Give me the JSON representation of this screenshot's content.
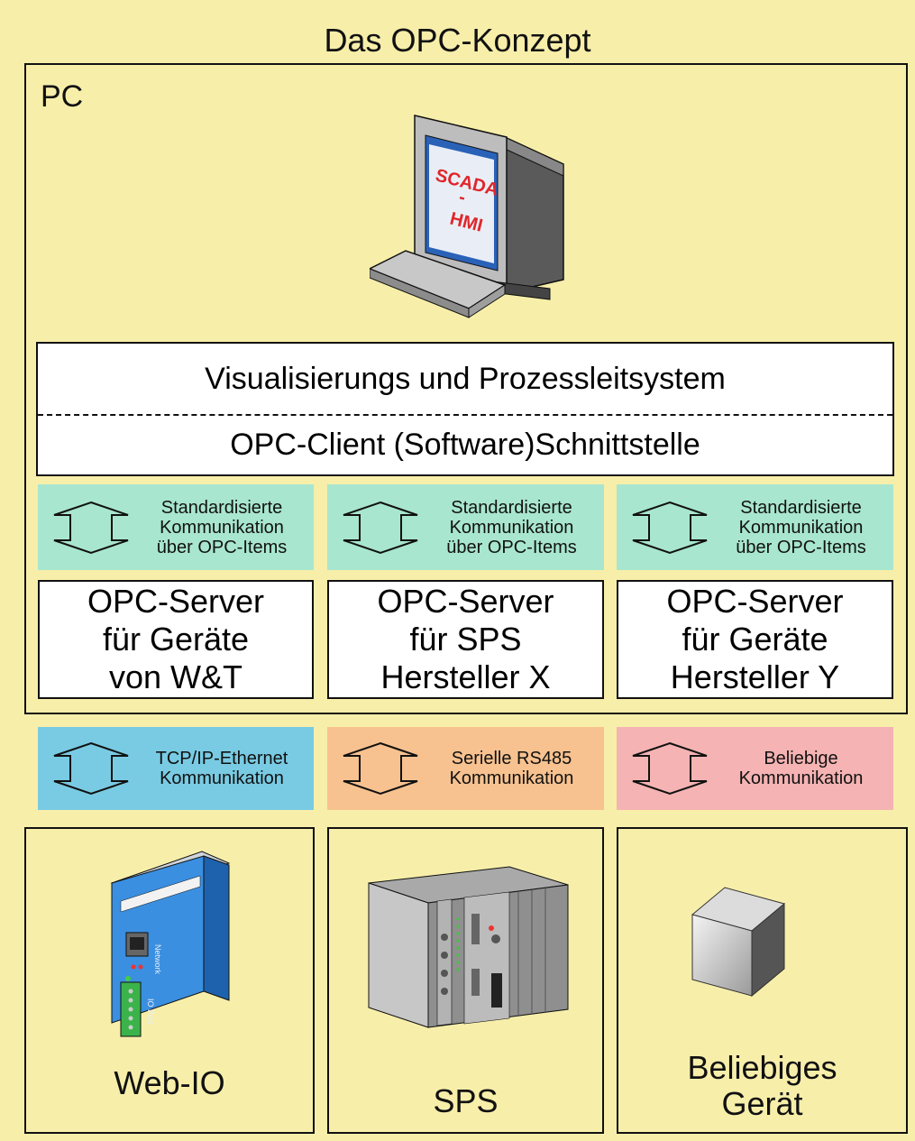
{
  "title": "Das OPC-Konzept",
  "pc_label": "PC",
  "monitor": {
    "screen_line1": "SCADA",
    "screen_line2": "-",
    "screen_line3": "HMI"
  },
  "client": {
    "top": "Visualisierungs und Prozessleitsystem",
    "bottom": "OPC-Client (Software)Schnittstelle"
  },
  "opc_bands": [
    {
      "lines": [
        "Standardisierte",
        "Kommunikation",
        "über OPC-Items"
      ]
    },
    {
      "lines": [
        "Standardisierte",
        "Kommunikation",
        "über OPC-Items"
      ]
    },
    {
      "lines": [
        "Standardisierte",
        "Kommunikation",
        "über OPC-Items"
      ]
    }
  ],
  "servers": [
    {
      "lines": [
        "OPC-Server",
        "für Geräte",
        "von W&T"
      ]
    },
    {
      "lines": [
        "OPC-Server",
        "für SPS",
        "Hersteller X"
      ]
    },
    {
      "lines": [
        "OPC-Server",
        "für Geräte",
        "Hersteller Y"
      ]
    }
  ],
  "comm_bands": [
    {
      "lines": [
        "TCP/IP-Ethernet",
        "Kommunikation"
      ],
      "color": "#79cbe3"
    },
    {
      "lines": [
        "Serielle RS485",
        "Kommunikation"
      ],
      "color": "#f7c28f"
    },
    {
      "lines": [
        "Beliebige",
        "Kommunikation"
      ],
      "color": "#f5b3b3"
    }
  ],
  "opc_band_color": "#a8e6cf",
  "devices": [
    {
      "lines": [
        "Web-IO"
      ],
      "icon": "web-io-device-icon",
      "print": {
        "port1": "Network",
        "port2": "IO Port"
      }
    },
    {
      "lines": [
        "SPS"
      ],
      "icon": "plc-icon"
    },
    {
      "lines": [
        "Beliebiges",
        "Gerät"
      ],
      "icon": "generic-device-icon"
    }
  ]
}
